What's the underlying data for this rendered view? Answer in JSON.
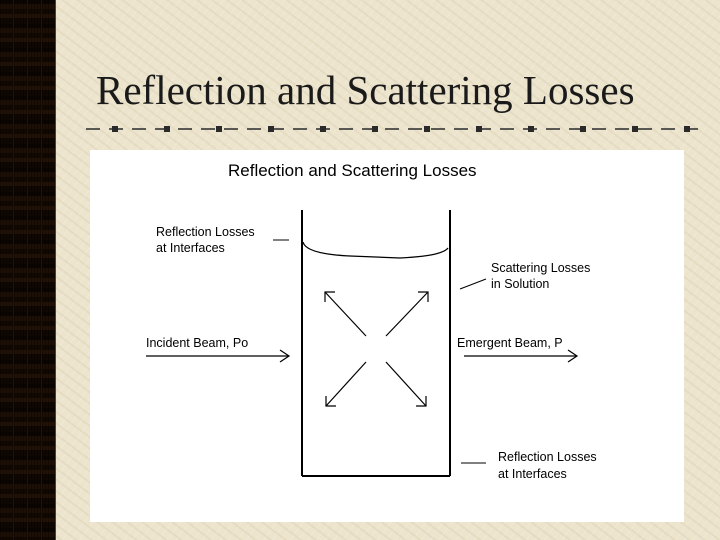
{
  "slide": {
    "title": "Reflection and Scattering Losses"
  },
  "figure": {
    "title": "Reflection and Scattering Losses",
    "labels": {
      "reflection_top_line1": "Reflection Losses",
      "reflection_top_line2": "at Interfaces",
      "scattering_line1": "Scattering Losses",
      "scattering_line2": "in Solution",
      "incident": "Incident Beam, Po",
      "emergent": "Emergent Beam, P",
      "reflection_bottom_line1": "Reflection Losses",
      "reflection_bottom_line2": "at Interfaces"
    }
  },
  "colors": {
    "background": "#ece4cc",
    "strip": "#5a3e24",
    "ink": "#1a1a1a"
  }
}
